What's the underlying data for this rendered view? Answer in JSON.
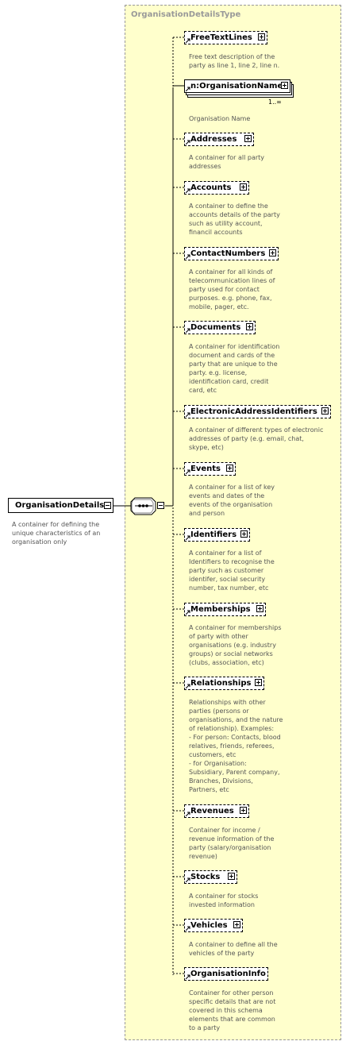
{
  "type_label": "OrganisationDetailsType",
  "root": {
    "name": "OrganisationDetails",
    "description": "A container for defining the\nunique characteristics of an\norganisation only"
  },
  "elements": [
    {
      "name": "FreeTextLines",
      "description": "Free text description of the\nparty as line 1, line 2, line n."
    },
    {
      "name": "n:OrganisationName",
      "description": "Organisation Name",
      "cardinality": "1..∞"
    },
    {
      "name": "Addresses",
      "description": "A container for all party\naddresses"
    },
    {
      "name": "Accounts",
      "description": "A container to define the\naccounts details of the party\nsuch as utility account,\nfinancil accounts"
    },
    {
      "name": "ContactNumbers",
      "description": "A container for all kinds of\ntelecommunication lines of\nparty used for contact\npurposes. e.g. phone, fax,\nmobile, pager, etc."
    },
    {
      "name": "Documents",
      "description": "A container for identification\ndocument and cards of the\nparty that are unique to the\nparty. e.g. license,\nidentification card, credit\ncard, etc"
    },
    {
      "name": "ElectronicAddressIdentifiers",
      "description": "A container of different types of electronic\naddresses of party (e.g. email, chat,\nskype, etc)"
    },
    {
      "name": "Events",
      "description": "A container for a list of key\nevents and dates of the\nevents of the organisation\nand person"
    },
    {
      "name": "Identifiers",
      "description": "A container for a list of\nIdentifiers to recognise the\nparty such as customer\nidentifer, social security\nnumber, tax number, etc"
    },
    {
      "name": "Memberships",
      "description": "A container for memberships\nof party with other\norganisations (e.g. industry\ngroups) or social networks\n(clubs, association, etc)"
    },
    {
      "name": "Relationships",
      "description": "Relationships with other\nparties (persons or\norganisations, and the nature\nof relationship). Examples:\n- For person: Contacts, blood\nrelatives, friends, referees,\ncustomers, etc\n- for Organisation:\nSubsidiary, Parent company,\nBranches, Divisions,\nPartners, etc"
    },
    {
      "name": "Revenues",
      "description": "Container for income /\nrevenue information of the\nparty (salary/organisation\nrevenue)"
    },
    {
      "name": "Stocks",
      "description": "A container for stocks\ninvested information"
    },
    {
      "name": "Vehicles",
      "description": "A container to define all the\nvehicles of the party"
    },
    {
      "name": "OrganisationInfo",
      "description": "Container for other person\nspecific details that are not\ncovered in this schema\nelements that are common\nto a party"
    }
  ]
}
